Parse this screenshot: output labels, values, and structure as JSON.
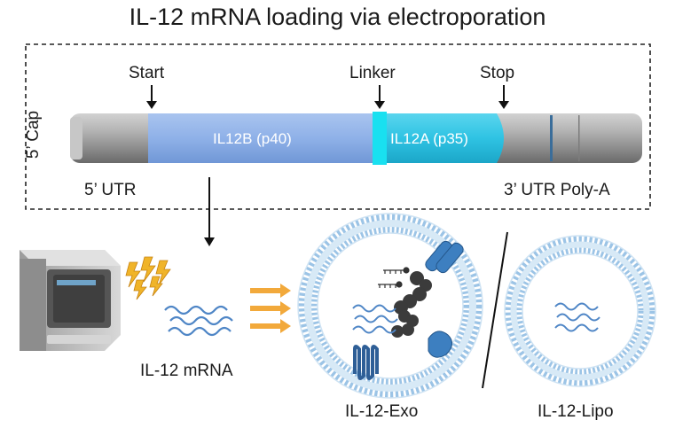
{
  "title": "IL-12 mRNA loading via electroporation",
  "construct": {
    "cap_label": "5’ Cap",
    "start_label": "Start",
    "linker_label": "Linker",
    "stop_label": "Stop",
    "utr5_label": "5’ UTR",
    "utr3_label": "3’ UTR Poly-A",
    "il12b_label": "IL12B (p40)",
    "il12a_label": "IL12A (p35)"
  },
  "bottom": {
    "mrna_label": "IL-12 mRNA",
    "exo_label": "IL-12-Exo",
    "lipo_label": "IL-12-Lipo"
  },
  "colors": {
    "il12b": "#8fb1e8",
    "linker": "#19d8ee",
    "il12a": "#2fc3e3",
    "utr_gray": "#9a9a9a",
    "membrane": "#9cc4e6",
    "mrna": "#4f86c6",
    "arrow": "#f2a93b",
    "lightning": "#f0b429"
  }
}
